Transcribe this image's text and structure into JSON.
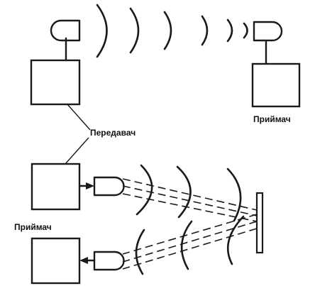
{
  "labels": {
    "transmitter": "Передавач",
    "receiver_top": "Приймач",
    "receiver_bottom": "Приймач"
  }
}
